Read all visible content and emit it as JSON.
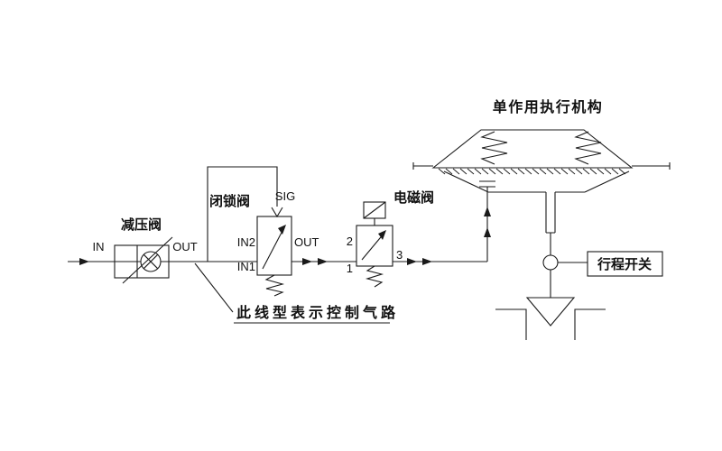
{
  "diagram": {
    "labels": {
      "inlet": "IN",
      "reducing_valve": "减压阀",
      "reducing_valve_out": "OUT",
      "lockup_valve": "闭锁阀",
      "lockup_sig": "SIG",
      "lockup_in2": "IN2",
      "lockup_out": "OUT",
      "lockup_in1": "IN1",
      "solenoid_valve": "电磁阀",
      "solenoid_port2": "2",
      "solenoid_port1": "1",
      "solenoid_port3": "3",
      "actuator": "单作用执行机构",
      "travel_switch": "行程开关",
      "note": "此线型表示控制气路"
    },
    "colors": {
      "line": "#1a1a1a",
      "background": "#ffffff"
    }
  }
}
